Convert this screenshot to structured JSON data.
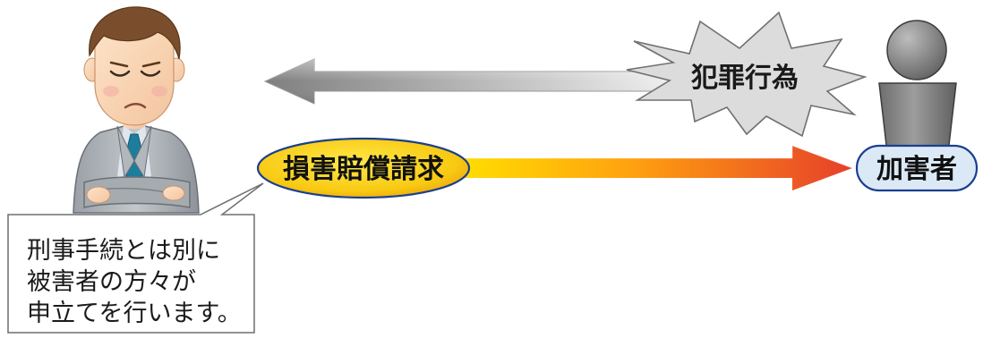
{
  "crime_label": "犯罪行為",
  "claim_label": "損害賠償請求",
  "perpetrator_label": "加害者",
  "note_lines": [
    "刑事手続とは別に",
    "被害者の方々が",
    "申立てを行います。"
  ],
  "colors": {
    "crime_arrow": "#8c8c8c",
    "claim_arrow_start": "#ffd200",
    "claim_arrow_end": "#e8472c",
    "claim_ellipse": "#f8d31a",
    "label_border": "#1a3f8f",
    "perpetrator_fill": "#dbe9f6"
  }
}
